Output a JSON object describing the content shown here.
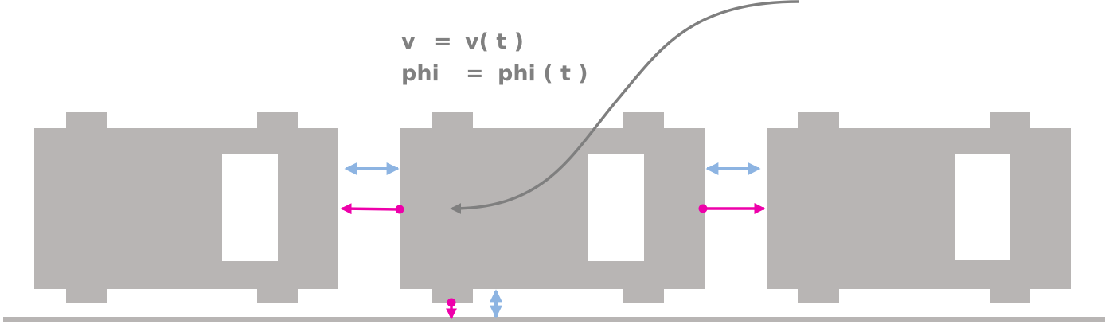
{
  "equations": [
    {
      "lhs": "v",
      "eq": "=",
      "rhs": "v( t )"
    },
    {
      "lhs": "phi",
      "eq": "=",
      "rhs": "phi ( t )"
    }
  ],
  "vehicles": [
    {
      "name": "left-vehicle"
    },
    {
      "name": "middle-vehicle"
    },
    {
      "name": "right-vehicle"
    }
  ],
  "colors": {
    "vehicle": "#b8b5b4",
    "ground": "#b8b5b4",
    "window": "#ffffff",
    "distance_arrow": "#8db4e2",
    "reference_arrow": "#ee00aa",
    "trajectory": "#7f7f7f",
    "text": "#808080"
  }
}
